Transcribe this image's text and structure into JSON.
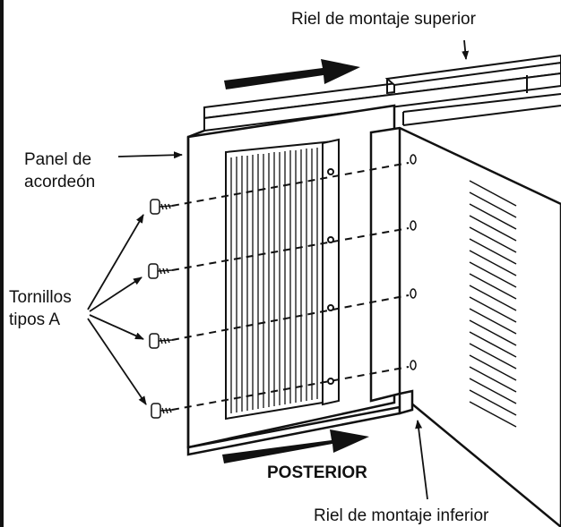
{
  "labels": {
    "top_rail": "Riel de montaje superior",
    "accordion_line1": "Panel de",
    "accordion_line2": "acordeón",
    "screws_line1": "Tornillos",
    "screws_line2": "tipos A",
    "rear": "POSTERIOR",
    "bottom_rail": "Riel de montaje inferior"
  },
  "colors": {
    "ink": "#111111",
    "background": "#ffffff"
  }
}
